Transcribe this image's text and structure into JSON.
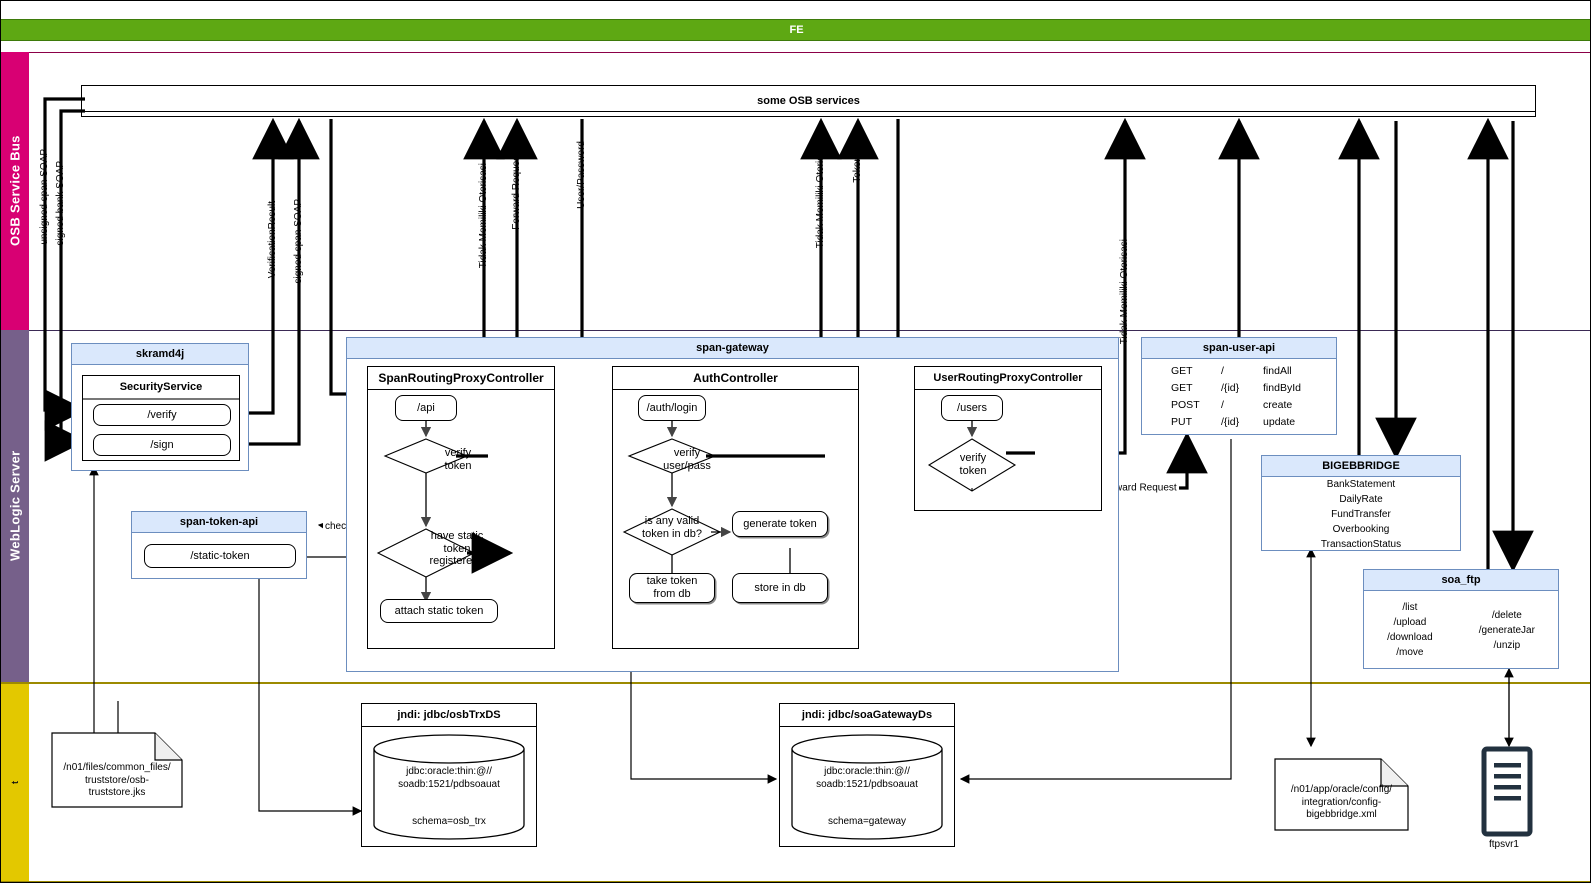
{
  "bands": {
    "fe": "FE",
    "osb": "OSB Service Bus",
    "weblogic": "WebLogic Server",
    "bottom_mark": "t"
  },
  "osb_services": {
    "title": "some OSB services"
  },
  "edge_labels": {
    "unsigned_span_soap": "unsigned span SOAP",
    "signed_bank_soap": "signed bank SOAP",
    "verification_result": "VerificationResult",
    "signed_span_soap": "signed span SOAP",
    "tidak_memiliki_otorisasi_1": "Tidak Memiliki Otorisasi",
    "forward_request_top": "Forward Request",
    "user_password": "User/Password",
    "tidak_memiliki_otorisasi_2": "Tidak Memiliki Otorisasi",
    "token": "Token",
    "tidak_memiliki_otorisasi_3": "Tidak Memiliki Otorisasi",
    "check": "check",
    "forward_request_user": "Forward Request"
  },
  "skramd4j": {
    "title": "skramd4j",
    "security_service": "SecurityService",
    "endpoints": [
      "/verify",
      "/sign"
    ]
  },
  "span_token_api": {
    "title": "span-token-api",
    "endpoints": [
      "/static-token"
    ]
  },
  "span_gateway": {
    "title": "span-gateway",
    "controllers": [
      {
        "name": "SpanRoutingProxyController",
        "entry": "/api",
        "decision1": "verify\ntoken",
        "decision2": "have static\ntoken\nregistered?",
        "action": "attach static token"
      },
      {
        "name": "AuthController",
        "entry": "/auth/login",
        "decision1": "verify\nuser/pass",
        "decision2": "is any valid\ntoken in db?",
        "generate": "generate token",
        "take": "take token\nfrom db",
        "store": "store in db"
      },
      {
        "name": "UserRoutingProxyController",
        "entry": "/users",
        "decision1": "verify\ntoken"
      }
    ]
  },
  "span_user_api": {
    "title": "span-user-api",
    "rows": [
      {
        "method": "GET",
        "path": "/",
        "op": "findAll"
      },
      {
        "method": "GET",
        "path": "/{id}",
        "op": "findById"
      },
      {
        "method": "POST",
        "path": "/",
        "op": "create"
      },
      {
        "method": "PUT",
        "path": "/{id}",
        "op": "update"
      }
    ]
  },
  "bigebbridge": {
    "title": "BIGEBBRIDGE",
    "services": [
      "BankStatement",
      "DailyRate",
      "FundTransfer",
      "Overbooking",
      "TransactionStatus"
    ]
  },
  "soa_ftp": {
    "title": "soa_ftp",
    "left_ops": [
      "/list",
      "/upload",
      "/download",
      "/move"
    ],
    "right_ops": [
      "/delete",
      "/generateJar",
      "/unzip"
    ]
  },
  "datasources": [
    {
      "title": "jndi: jdbc/osbTrxDS",
      "url": "jdbc:oracle:thin:@//\nsoadb:1521/pdbsoauat",
      "schema": "schema=osb_trx"
    },
    {
      "title": "jndi: jdbc/soaGatewayDs",
      "url": "jdbc:oracle:thin:@//\nsoadb:1521/pdbsoauat",
      "schema": "schema=gateway"
    }
  ],
  "files": [
    {
      "name": "truststore-file",
      "text": "/n01/files/common_files/\ntruststore/osb-\ntruststore.jks"
    },
    {
      "name": "bigebbridge-config-file",
      "text": "/n01/app/oracle/config/\nintegration/config-\nbigebbridge.xml"
    }
  ],
  "server_node": {
    "label": "ftpsvr1"
  },
  "colors": {
    "fe_green": "#5EA813",
    "osb_magenta": "#D80073",
    "weblogic_purple": "#76608A",
    "bottom_yellow": "#E3C800",
    "package_header": "#DAE8FC",
    "package_border": "#6C8EBF"
  }
}
